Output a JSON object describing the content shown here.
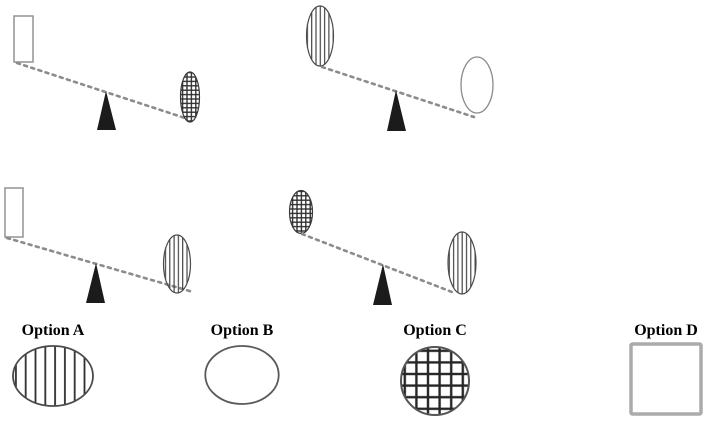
{
  "diagram_data": {
    "type": "balance-puzzle",
    "seesaws": [
      {
        "position": "top-left",
        "left_weight": {
          "shape": "rectangle",
          "pattern": "outline",
          "state": "raised"
        },
        "right_weight": {
          "shape": "small-ellipse",
          "pattern": "crosshatch-grid",
          "state": "lowered"
        },
        "tilt": "right-side-down"
      },
      {
        "position": "top-right",
        "left_weight": {
          "shape": "ellipse",
          "pattern": "vertical-stripes",
          "state": "raised"
        },
        "right_weight": {
          "shape": "ellipse",
          "pattern": "plain",
          "state": "lowered"
        },
        "tilt": "right-side-down"
      },
      {
        "position": "bottom-left",
        "left_weight": {
          "shape": "rectangle",
          "pattern": "outline",
          "state": "raised"
        },
        "right_weight": {
          "shape": "ellipse",
          "pattern": "vertical-stripes",
          "state": "lowered"
        },
        "tilt": "right-side-down"
      },
      {
        "position": "bottom-right",
        "left_weight": {
          "shape": "small-ellipse",
          "pattern": "crosshatch-grid",
          "state": "raised"
        },
        "right_weight": {
          "shape": "ellipse",
          "pattern": "vertical-stripes",
          "state": "lowered"
        },
        "tilt": "right-side-down"
      }
    ]
  },
  "options": [
    {
      "label": "Option A",
      "shape": "ellipse",
      "pattern": "vertical-stripes"
    },
    {
      "label": "Option B",
      "shape": "ellipse",
      "pattern": "plain"
    },
    {
      "label": "Option C",
      "shape": "circle",
      "pattern": "crosshatch-grid"
    },
    {
      "label": "Option D",
      "shape": "square",
      "pattern": "plain-outline"
    }
  ],
  "colors": {
    "background": "#ffffff",
    "beam_dash": "#8c8c8c",
    "fulcrum": "#1b1b1b",
    "stripe_line": "#3d3d3d",
    "grid_line": "#2e2e2e",
    "light_outline": "#929292",
    "option_d_border": "#ababab",
    "label_text": "#000000"
  }
}
